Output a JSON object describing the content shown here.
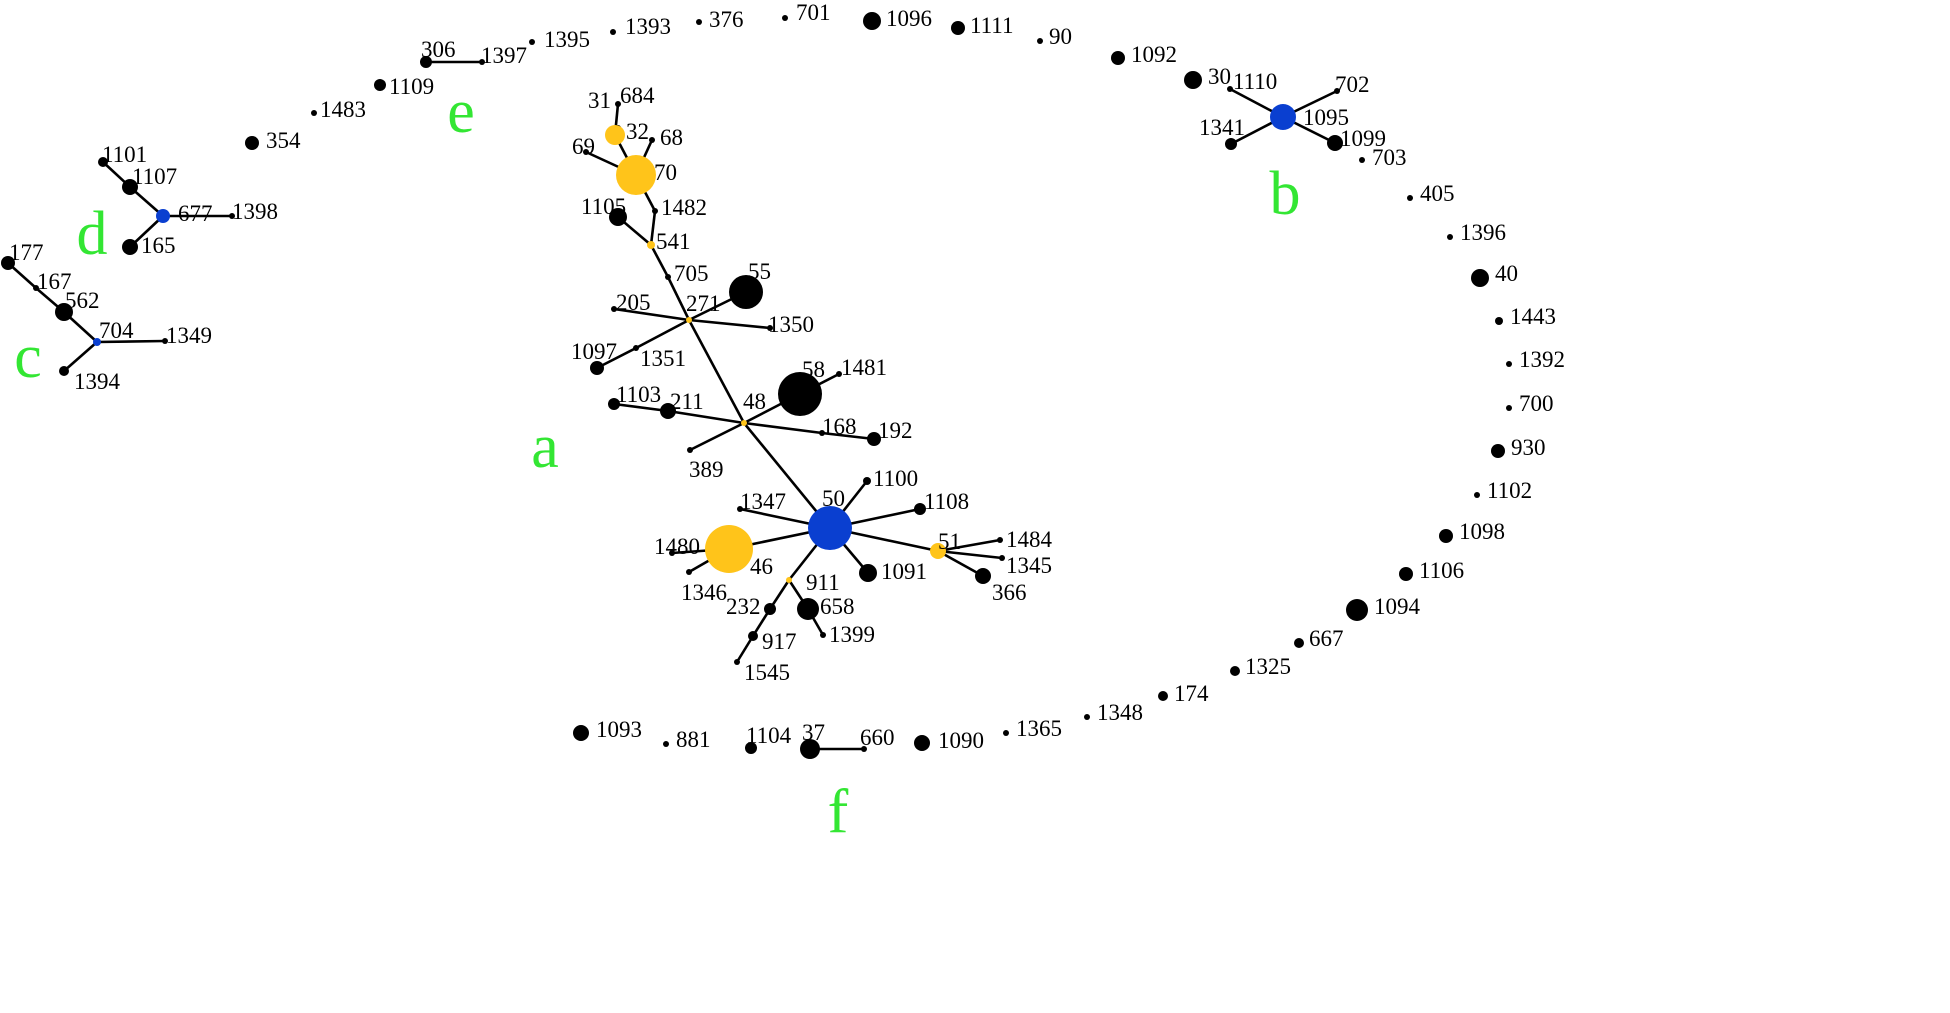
{
  "colors": {
    "black": "#000000",
    "blue": "#0a3fd0",
    "yellow": "#ffc41a",
    "cluster_label": "#33e633"
  },
  "clusters": [
    {
      "id": "a",
      "label": "a"
    },
    {
      "id": "b",
      "label": "b"
    },
    {
      "id": "c",
      "label": "c"
    },
    {
      "id": "d",
      "label": "d"
    },
    {
      "id": "e",
      "label": "e"
    },
    {
      "id": "f",
      "label": "f"
    }
  ],
  "nodes": [
    {
      "id": "31",
      "label": "31",
      "color": "black"
    },
    {
      "id": "684",
      "label": "684",
      "color": "black"
    },
    {
      "id": "32",
      "label": "32",
      "color": "yellow"
    },
    {
      "id": "68",
      "label": "68",
      "color": "black"
    },
    {
      "id": "69",
      "label": "69",
      "color": "black"
    },
    {
      "id": "70",
      "label": "70",
      "color": "yellow"
    },
    {
      "id": "1105",
      "label": "1105",
      "color": "black"
    },
    {
      "id": "1482",
      "label": "1482",
      "color": "black"
    },
    {
      "id": "541",
      "label": "541",
      "color": "yellow"
    },
    {
      "id": "705",
      "label": "705",
      "color": "black"
    },
    {
      "id": "55",
      "label": "55",
      "color": "black"
    },
    {
      "id": "205",
      "label": "205",
      "color": "black"
    },
    {
      "id": "271",
      "label": "271",
      "color": "yellow"
    },
    {
      "id": "1350",
      "label": "1350",
      "color": "black"
    },
    {
      "id": "1097",
      "label": "1097",
      "color": "black"
    },
    {
      "id": "1351",
      "label": "1351",
      "color": "black"
    },
    {
      "id": "58",
      "label": "58",
      "color": "black"
    },
    {
      "id": "1481",
      "label": "1481",
      "color": "black"
    },
    {
      "id": "1103",
      "label": "1103",
      "color": "black"
    },
    {
      "id": "211",
      "label": "211",
      "color": "black"
    },
    {
      "id": "48",
      "label": "48",
      "color": "yellow"
    },
    {
      "id": "168",
      "label": "168",
      "color": "black"
    },
    {
      "id": "192",
      "label": "192",
      "color": "black"
    },
    {
      "id": "389",
      "label": "389",
      "color": "black"
    },
    {
      "id": "50",
      "label": "50",
      "color": "blue"
    },
    {
      "id": "1100",
      "label": "1100",
      "color": "black"
    },
    {
      "id": "1347",
      "label": "1347",
      "color": "black"
    },
    {
      "id": "1108",
      "label": "1108",
      "color": "black"
    },
    {
      "id": "1480",
      "label": "1480",
      "color": "black"
    },
    {
      "id": "46",
      "label": "46",
      "color": "yellow"
    },
    {
      "id": "1346",
      "label": "1346",
      "color": "black"
    },
    {
      "id": "1091",
      "label": "1091",
      "color": "black"
    },
    {
      "id": "51",
      "label": "51",
      "color": "yellow"
    },
    {
      "id": "1484",
      "label": "1484",
      "color": "black"
    },
    {
      "id": "1345",
      "label": "1345",
      "color": "black"
    },
    {
      "id": "366",
      "label": "366",
      "color": "black"
    },
    {
      "id": "911",
      "label": "911",
      "color": "yellow"
    },
    {
      "id": "232",
      "label": "232",
      "color": "black"
    },
    {
      "id": "658",
      "label": "658",
      "color": "black"
    },
    {
      "id": "1399",
      "label": "1399",
      "color": "black"
    },
    {
      "id": "917",
      "label": "917",
      "color": "black"
    },
    {
      "id": "1545",
      "label": "1545",
      "color": "black"
    },
    {
      "id": "1110",
      "label": "1110",
      "color": "black"
    },
    {
      "id": "702",
      "label": "702",
      "color": "black"
    },
    {
      "id": "1095",
      "label": "1095",
      "color": "blue"
    },
    {
      "id": "1341",
      "label": "1341",
      "color": "black"
    },
    {
      "id": "1099",
      "label": "1099",
      "color": "black"
    },
    {
      "id": "1101",
      "label": "1101",
      "color": "black"
    },
    {
      "id": "1107",
      "label": "1107",
      "color": "black"
    },
    {
      "id": "677",
      "label": "677",
      "color": "blue"
    },
    {
      "id": "1398",
      "label": "1398",
      "color": "black"
    },
    {
      "id": "165",
      "label": "165",
      "color": "black"
    },
    {
      "id": "177",
      "label": "177",
      "color": "black"
    },
    {
      "id": "167",
      "label": "167",
      "color": "black"
    },
    {
      "id": "562",
      "label": "562",
      "color": "black"
    },
    {
      "id": "704",
      "label": "704",
      "color": "blue"
    },
    {
      "id": "1349",
      "label": "1349",
      "color": "black"
    },
    {
      "id": "1394",
      "label": "1394",
      "color": "black"
    },
    {
      "id": "306",
      "label": "306",
      "color": "black"
    },
    {
      "id": "1397",
      "label": "1397",
      "color": "black"
    },
    {
      "id": "37",
      "label": "37",
      "color": "black"
    },
    {
      "id": "660",
      "label": "660",
      "color": "black"
    },
    {
      "id": "354",
      "label": "354",
      "color": "black"
    },
    {
      "id": "1483",
      "label": "1483",
      "color": "black"
    },
    {
      "id": "1109",
      "label": "1109",
      "color": "black"
    },
    {
      "id": "1395",
      "label": "1395",
      "color": "black"
    },
    {
      "id": "1393",
      "label": "1393",
      "color": "black"
    },
    {
      "id": "376",
      "label": "376",
      "color": "black"
    },
    {
      "id": "701",
      "label": "701",
      "color": "black"
    },
    {
      "id": "1096",
      "label": "1096",
      "color": "black"
    },
    {
      "id": "1111",
      "label": "1111",
      "color": "black"
    },
    {
      "id": "90",
      "label": "90",
      "color": "black"
    },
    {
      "id": "1092",
      "label": "1092",
      "color": "black"
    },
    {
      "id": "30",
      "label": "30",
      "color": "black"
    },
    {
      "id": "703",
      "label": "703",
      "color": "black"
    },
    {
      "id": "405",
      "label": "405",
      "color": "black"
    },
    {
      "id": "1396",
      "label": "1396",
      "color": "black"
    },
    {
      "id": "40",
      "label": "40",
      "color": "black"
    },
    {
      "id": "1443",
      "label": "1443",
      "color": "black"
    },
    {
      "id": "1392",
      "label": "1392",
      "color": "black"
    },
    {
      "id": "700",
      "label": "700",
      "color": "black"
    },
    {
      "id": "930",
      "label": "930",
      "color": "black"
    },
    {
      "id": "1102",
      "label": "1102",
      "color": "black"
    },
    {
      "id": "1098",
      "label": "1098",
      "color": "black"
    },
    {
      "id": "1106",
      "label": "1106",
      "color": "black"
    },
    {
      "id": "1094",
      "label": "1094",
      "color": "black"
    },
    {
      "id": "667",
      "label": "667",
      "color": "black"
    },
    {
      "id": "1325",
      "label": "1325",
      "color": "black"
    },
    {
      "id": "174",
      "label": "174",
      "color": "black"
    },
    {
      "id": "1348",
      "label": "1348",
      "color": "black"
    },
    {
      "id": "1365",
      "label": "1365",
      "color": "black"
    },
    {
      "id": "1090",
      "label": "1090",
      "color": "black"
    },
    {
      "id": "1104",
      "label": "1104",
      "color": "black"
    },
    {
      "id": "881",
      "label": "881",
      "color": "black"
    },
    {
      "id": "1093",
      "label": "1093",
      "color": "black"
    }
  ],
  "edges": [
    [
      "31",
      "32"
    ],
    [
      "684",
      "32"
    ],
    [
      "32",
      "70"
    ],
    [
      "68",
      "70"
    ],
    [
      "69",
      "70"
    ],
    [
      "70",
      "1482"
    ],
    [
      "1482",
      "541"
    ],
    [
      "1105",
      "541"
    ],
    [
      "541",
      "705"
    ],
    [
      "705",
      "271"
    ],
    [
      "205",
      "271"
    ],
    [
      "271",
      "1350"
    ],
    [
      "271",
      "55"
    ],
    [
      "271",
      "1351"
    ],
    [
      "1351",
      "1097"
    ],
    [
      "271",
      "48"
    ],
    [
      "48",
      "58"
    ],
    [
      "58",
      "1481"
    ],
    [
      "48",
      "211"
    ],
    [
      "211",
      "1103"
    ],
    [
      "48",
      "168"
    ],
    [
      "168",
      "192"
    ],
    [
      "48",
      "389"
    ],
    [
      "48",
      "50"
    ],
    [
      "50",
      "1100"
    ],
    [
      "50",
      "1347"
    ],
    [
      "50",
      "1108"
    ],
    [
      "50",
      "46"
    ],
    [
      "46",
      "1480"
    ],
    [
      "46",
      "1346"
    ],
    [
      "50",
      "1091"
    ],
    [
      "50",
      "51"
    ],
    [
      "51",
      "1484"
    ],
    [
      "51",
      "1345"
    ],
    [
      "51",
      "366"
    ],
    [
      "50",
      "911"
    ],
    [
      "911",
      "232"
    ],
    [
      "232",
      "917"
    ],
    [
      "917",
      "1545"
    ],
    [
      "911",
      "658"
    ],
    [
      "658",
      "1399"
    ],
    [
      "1110",
      "1095"
    ],
    [
      "702",
      "1095"
    ],
    [
      "1341",
      "1095"
    ],
    [
      "1099",
      "1095"
    ],
    [
      "1101",
      "1107"
    ],
    [
      "1107",
      "677"
    ],
    [
      "677",
      "1398"
    ],
    [
      "677",
      "165"
    ],
    [
      "177",
      "167"
    ],
    [
      "167",
      "562"
    ],
    [
      "562",
      "704"
    ],
    [
      "704",
      "1349"
    ],
    [
      "704",
      "1394"
    ],
    [
      "306",
      "1397"
    ],
    [
      "37",
      "660"
    ]
  ]
}
